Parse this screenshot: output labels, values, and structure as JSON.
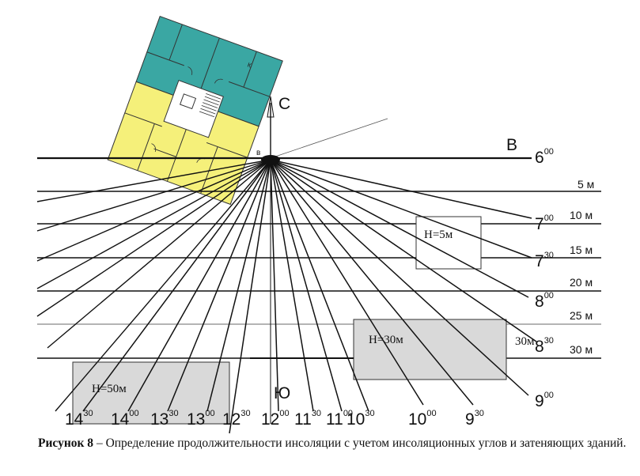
{
  "diagram": {
    "north_label": "С",
    "south_label": "Ю",
    "east_label": "В",
    "point_label": "в",
    "room_mark": "К",
    "hour_lines": [
      {
        "id": "6-00",
        "main": "6",
        "sup": "00"
      },
      {
        "id": "7-00",
        "main": "7",
        "sup": "00"
      },
      {
        "id": "7-30",
        "main": "7",
        "sup": "30"
      },
      {
        "id": "8-00",
        "main": "8",
        "sup": "00"
      },
      {
        "id": "8-30",
        "main": "8",
        "sup": "30"
      },
      {
        "id": "9-00",
        "main": "9",
        "sup": "00"
      },
      {
        "id": "9-30",
        "main": "9",
        "sup": "30"
      },
      {
        "id": "10-00",
        "main": "10",
        "sup": "00"
      },
      {
        "id": "10-30",
        "main": "10",
        "sup": "30"
      },
      {
        "id": "11-00",
        "main": "11",
        "sup": "00"
      },
      {
        "id": "11-30",
        "main": "11",
        "sup": "30"
      },
      {
        "id": "12-00",
        "main": "12",
        "sup": "00"
      },
      {
        "id": "12-30",
        "main": "12",
        "sup": "30"
      },
      {
        "id": "13-00",
        "main": "13",
        "sup": "00"
      },
      {
        "id": "13-30",
        "main": "13",
        "sup": "30"
      },
      {
        "id": "14-00",
        "main": "14",
        "sup": "00"
      },
      {
        "id": "14-30",
        "main": "14",
        "sup": "30"
      }
    ],
    "distance_lines": [
      "5 м",
      "10 м",
      "15 м",
      "20 м",
      "25 м",
      "30 м"
    ],
    "buildings": [
      {
        "id": "h5",
        "label": "H=5м"
      },
      {
        "id": "h30",
        "label": "H=30м",
        "side_label": "30м"
      },
      {
        "id": "h50",
        "label": "H=50м"
      }
    ]
  },
  "caption": {
    "label": "Рисунок 8",
    "text": " – Определение продолжительности инсоляции с учетом инсоляционных углов и затеняющих зданий."
  }
}
